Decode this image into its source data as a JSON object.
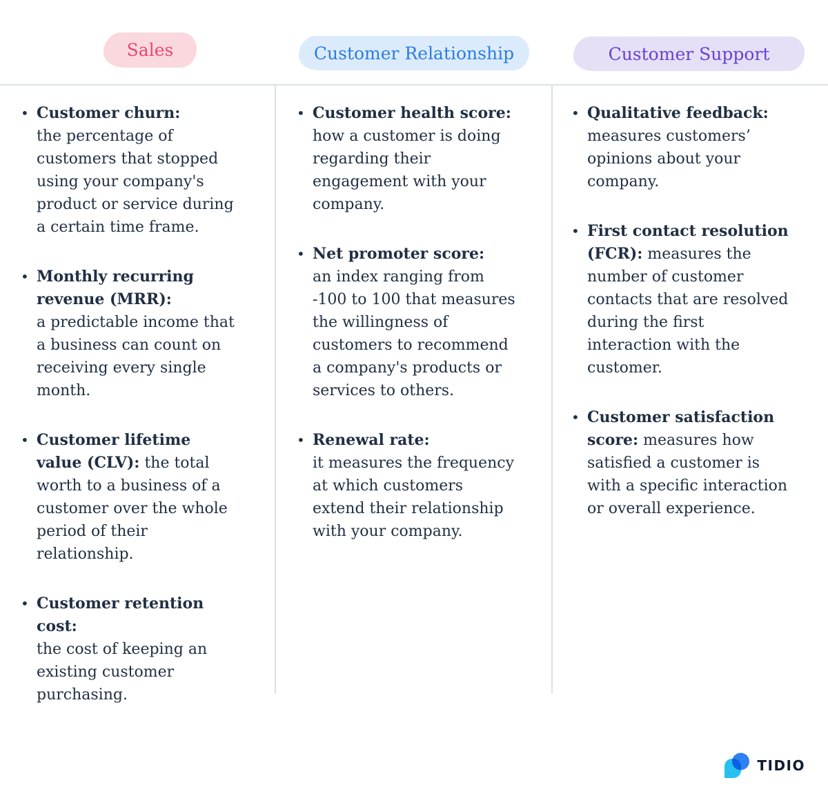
{
  "header": {
    "category_colors": [
      {
        "label": "Sales",
        "text_color": "#f0446e",
        "bg_color": "#fad9de"
      },
      {
        "label": "Customer Relationship",
        "text_color": "#2c7de2",
        "bg_color": "#dcebfb"
      },
      {
        "label": "Customer Support",
        "text_color": "#6940d2",
        "bg_color": "#e5e0f6"
      }
    ]
  },
  "columns": [
    {
      "label": "Sales",
      "items": [
        {
          "term": "Customer churn:",
          "definition": "the percentage of customers that stopped using your company's product or service during a certain time frame."
        },
        {
          "term": "Monthly recurring revenue (MRR):",
          "definition": "a predictable income that a business can count on receiving every single month."
        },
        {
          "term": "Customer lifetime value (CLV):",
          "definition": "the total worth to a business of a customer over the whole period of their relationship."
        },
        {
          "term": "Customer retention cost:",
          "definition": "the cost of keeping an existing customer purchasing."
        }
      ]
    },
    {
      "label": "Customer Relationship",
      "items": [
        {
          "term": "Customer health score:",
          "definition": "how a customer is doing regarding their engagement with your company."
        },
        {
          "term": "Net promoter score:",
          "definition": "an index ranging from -100 to 100 that measures the willingness of customers to recommend a company's products or services to others."
        },
        {
          "term": "Renewal rate:",
          "definition": "it measures the frequency at which customers extend their relationship with your company."
        }
      ]
    },
    {
      "label": "Customer Support",
      "items": [
        {
          "term": "Qualitative feedback:",
          "definition": "measures customers’ opinions about your company."
        },
        {
          "term": "First contact resolution (FCR):",
          "definition": "measures the number of customer contacts that are resolved during the first interaction with the customer."
        },
        {
          "term": "Customer satisfaction score:",
          "definition": "measures how satisfied a customer is with a specific interaction or overall experience."
        }
      ]
    }
  ],
  "logo": {
    "brand": "TIDIO",
    "icon": "tidio-chat-bubbles",
    "navy": "#101b33",
    "blue": "#2f80f2",
    "cyan": "#27c0f0"
  },
  "style_tokens": {
    "divider_color": "#dbe1e9",
    "body_text_color": "#212f43",
    "bullet_glyph": "•"
  }
}
